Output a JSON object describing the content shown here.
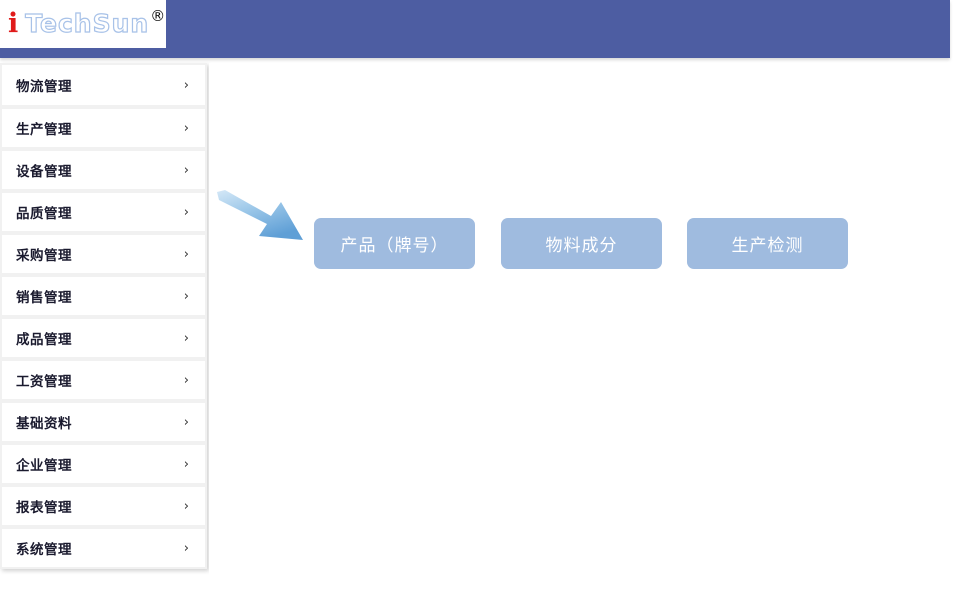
{
  "header": {
    "brand_i": "i",
    "brand_word": "TechSun",
    "brand_registered": "®",
    "bar_color": "#4d5da2",
    "logo_background": "#ffffff"
  },
  "sidebar": {
    "background": "#f1f1f1",
    "item_background": "#ffffff",
    "chevron_glyph": "›",
    "items": [
      {
        "label": "物流管理",
        "chevron": "›"
      },
      {
        "label": "生产管理",
        "chevron": "›"
      },
      {
        "label": "设备管理",
        "chevron": "›"
      },
      {
        "label": "品质管理",
        "chevron": "›"
      },
      {
        "label": "采购管理",
        "chevron": "›"
      },
      {
        "label": "销售管理",
        "chevron": "›"
      },
      {
        "label": "成品管理",
        "chevron": "›"
      },
      {
        "label": "工资管理",
        "chevron": "›"
      },
      {
        "label": "基础资料",
        "chevron": "›"
      },
      {
        "label": "企业管理",
        "chevron": "›"
      },
      {
        "label": "报表管理",
        "chevron": "›"
      },
      {
        "label": "系统管理",
        "chevron": "›"
      }
    ]
  },
  "main": {
    "background": "#ffffff",
    "button_color": "#9fbbdf",
    "button_text_color": "#ffffff",
    "buttons": [
      {
        "label": "产品（牌号）"
      },
      {
        "label": "物料成分"
      },
      {
        "label": "生产检测"
      }
    ],
    "annotation": {
      "type": "arrow",
      "direction": "down-right",
      "color_light": "#bcd9f0",
      "color_dark": "#6aa3d8",
      "points_to": "产品（牌号）"
    }
  }
}
